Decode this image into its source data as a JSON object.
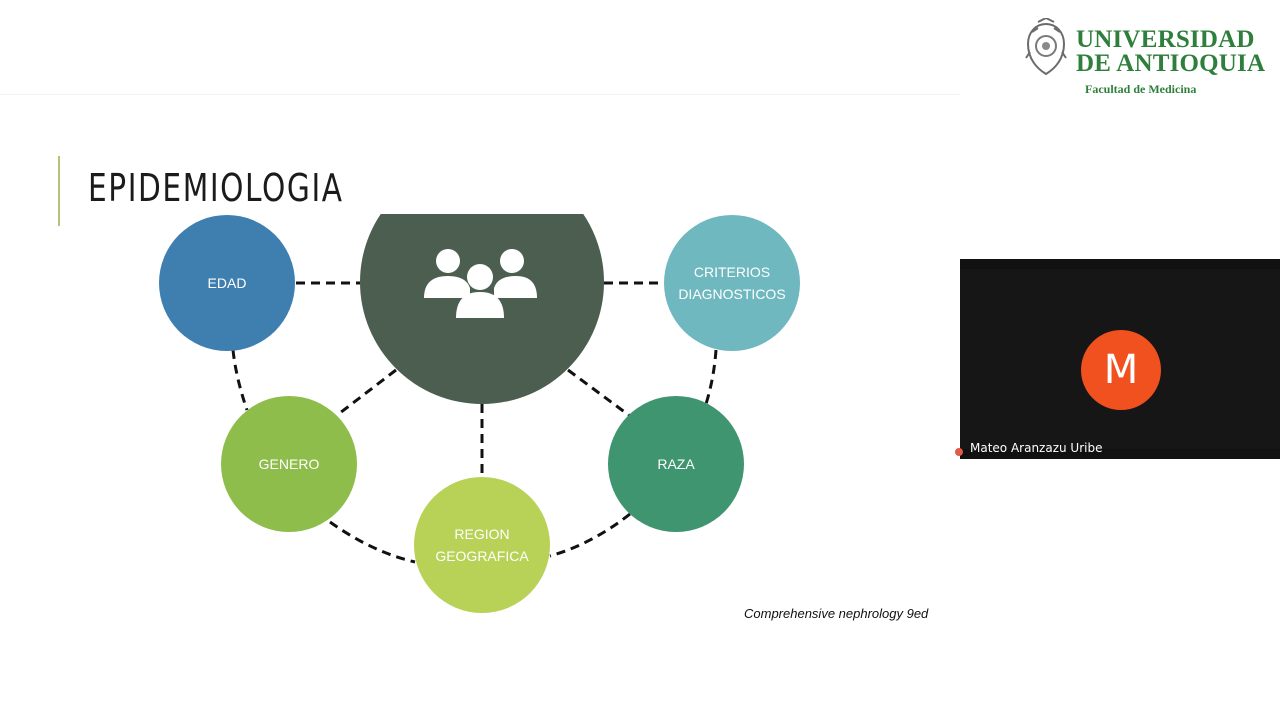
{
  "slide": {
    "title": "EPIDEMIOLOGIA",
    "citation": "Comprehensive nephrology 9ed",
    "logo": {
      "line1": "UNIVERSIDAD",
      "line2": "DE ANTIOQUIA",
      "line3": "Facultad de Medicina",
      "color": "#2f7f3c"
    },
    "diagram": {
      "center": {
        "icon": "people-group-icon",
        "color": "#4b5e50"
      },
      "nodes": [
        {
          "label_lines": [
            "EDAD"
          ],
          "color": "#3f7fb0"
        },
        {
          "label_lines": [
            "CRITERIOS",
            "DIAGNOSTICOS"
          ],
          "color": "#6fb8bf"
        },
        {
          "label_lines": [
            "GENERO"
          ],
          "color": "#8ebd4b"
        },
        {
          "label_lines": [
            "RAZA"
          ],
          "color": "#3e9570"
        },
        {
          "label_lines": [
            "REGION",
            "GEOGRAFICA"
          ],
          "color": "#b7d256"
        }
      ]
    }
  },
  "meeting": {
    "participant": {
      "initial": "M",
      "name": "Mateo Aranzazu Uribe",
      "avatar_color": "#f0511f"
    }
  }
}
